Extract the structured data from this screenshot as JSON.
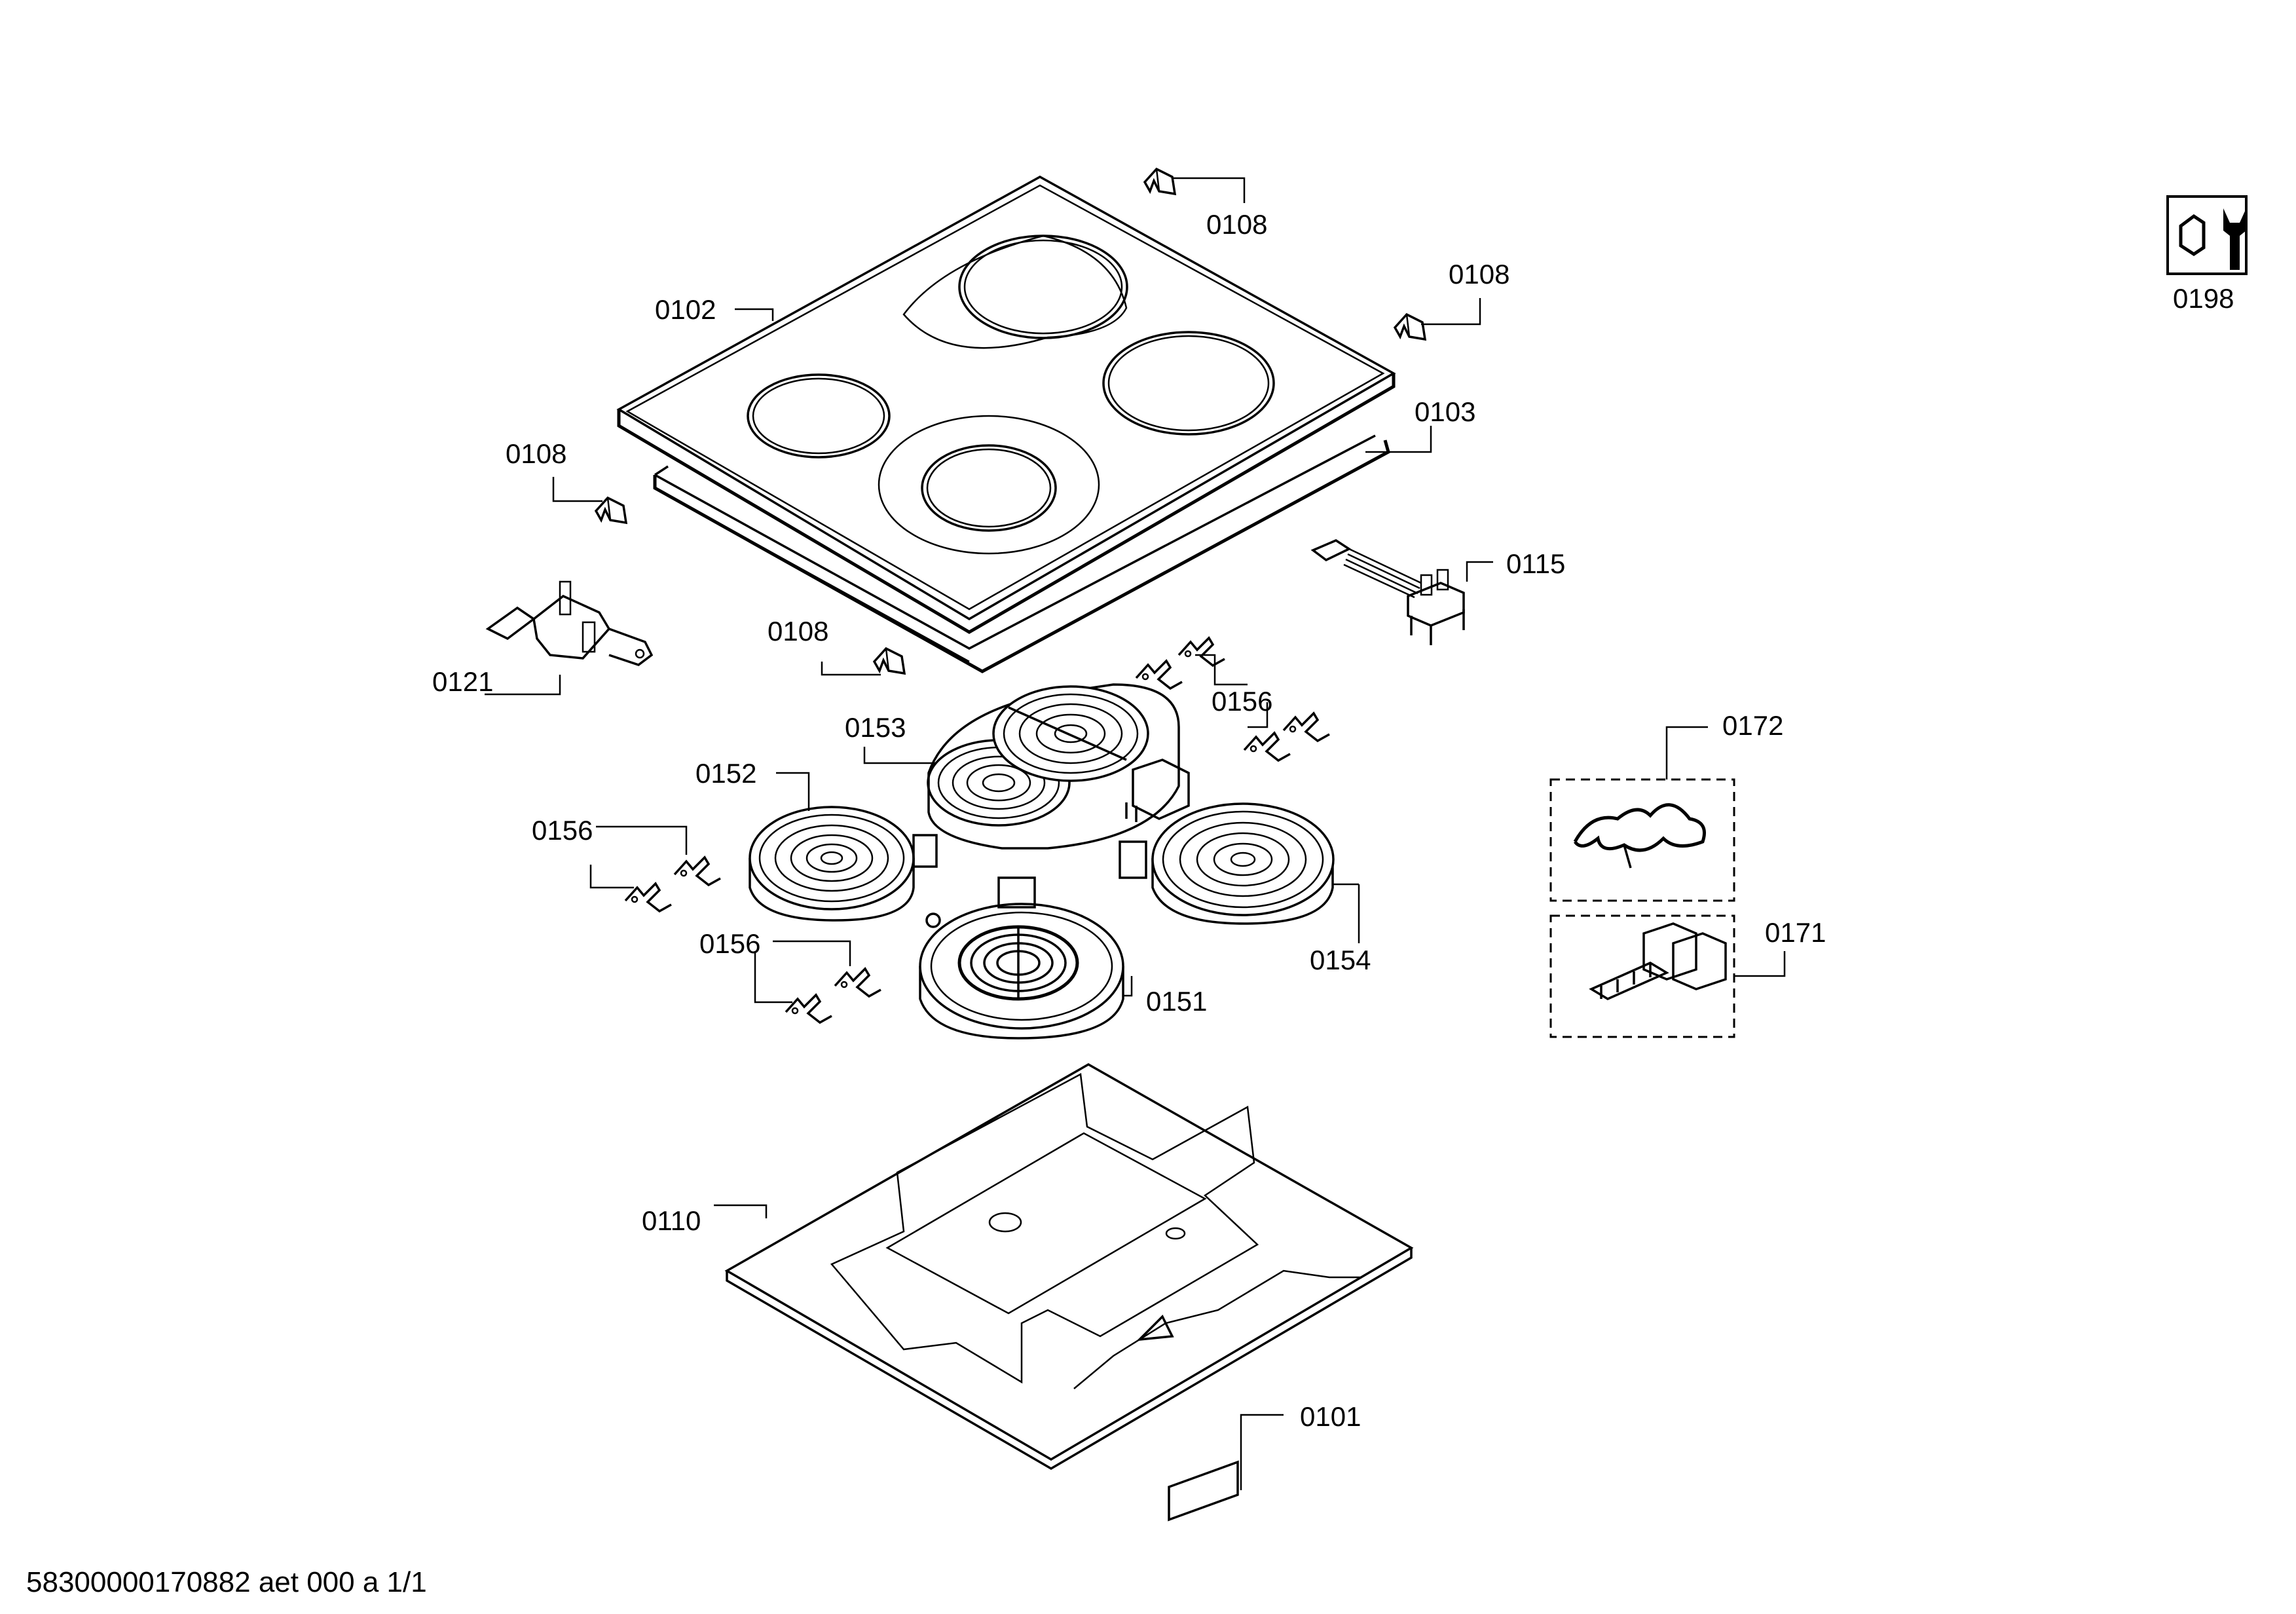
{
  "labels": {
    "l0102": "0102",
    "l0108a": "0108",
    "l0108b": "0108",
    "l0108c": "0108",
    "l0108d": "0108",
    "l0103": "0103",
    "l0115": "0115",
    "l0121": "0121",
    "l0153": "0153",
    "l0156a": "0156",
    "l0156b": "0156",
    "l0156c": "0156",
    "l0152": "0152",
    "l0154": "0154",
    "l0151": "0151",
    "l0172": "0172",
    "l0171": "0171",
    "l0110": "0110",
    "l0101": "0101",
    "l0198": "0198"
  },
  "footer": "58300000170882 aet 000 a 1/1",
  "icons": {
    "service": "wrench-nut-icon"
  }
}
